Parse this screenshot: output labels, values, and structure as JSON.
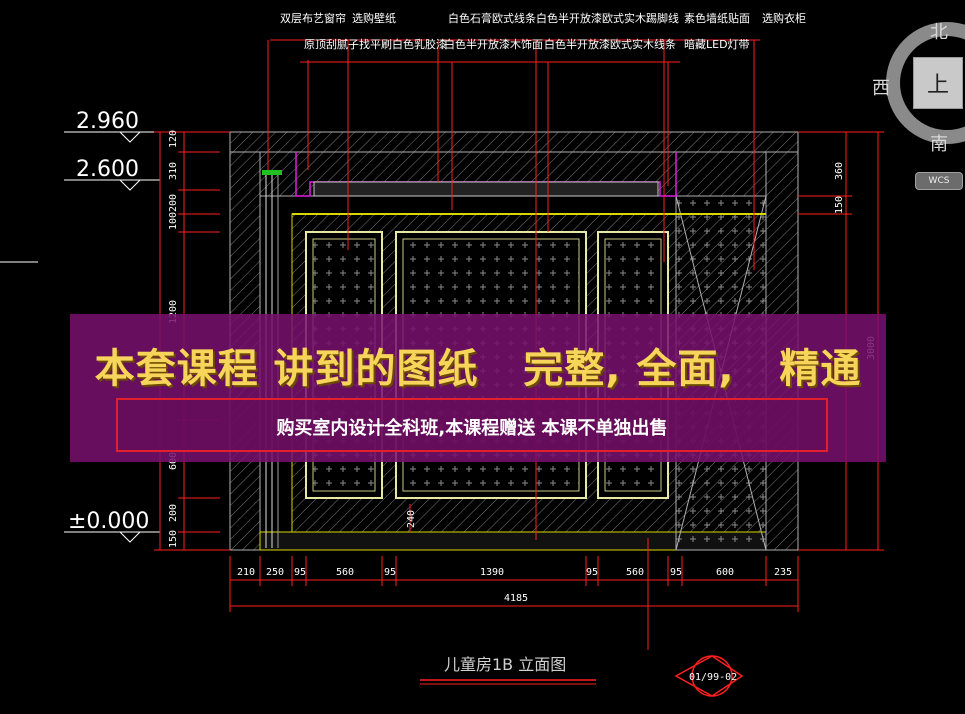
{
  "drawing": {
    "annotations": {
      "a1": "双层布艺窗帘",
      "a2": "选购壁纸",
      "a3": "原顶刮腻子找平刷白色乳胶漆",
      "a4": "白色石膏欧式线条",
      "a5": "白色半开放漆木饰面",
      "a6": "白色半开放漆欧式实木踢脚线",
      "a7": "白色半开放漆欧式实木线条",
      "a8": "素色墙纸贴面",
      "a9": "暗藏LED灯带",
      "a10": "选购衣柜"
    },
    "levels": {
      "l1": "2.960",
      "l2": "2.600",
      "l3": "±0.000"
    },
    "dims_bottom": {
      "d1": "210",
      "d2": "250",
      "d3": "95",
      "d4": "560",
      "d5": "95",
      "d6": "1390",
      "d7": "95",
      "d8": "560",
      "d9": "95",
      "d10": "600",
      "d11": "235",
      "total": "4185"
    },
    "dims_left": {
      "v1": "120",
      "v2": "310",
      "v3": "200",
      "v4": "100",
      "v5": "1200",
      "v6": "600",
      "v7": "200",
      "v8": "150"
    },
    "dims_right": {
      "r1": "360",
      "r2": "150",
      "r3": "3000"
    },
    "inner_dim": "240",
    "title": "儿童房1B 立面图",
    "callout": "01/99-02"
  },
  "promo": {
    "headline": "本套课程 讲到的图纸   完整, 全面,   精通",
    "subline": "购买室内设计全科班,本课程赠送 本课不单独出售"
  },
  "viewcube": {
    "north": "北",
    "west": "西",
    "south": "南",
    "face": "上",
    "wcs": "WCS"
  },
  "colors": {
    "background": "#000000",
    "wall_outline": "#ffff00",
    "leader": "#ff2020",
    "accent_magenta": "#e020e0",
    "promo_bg": "#78126e",
    "promo_text": "#f7d45a"
  }
}
